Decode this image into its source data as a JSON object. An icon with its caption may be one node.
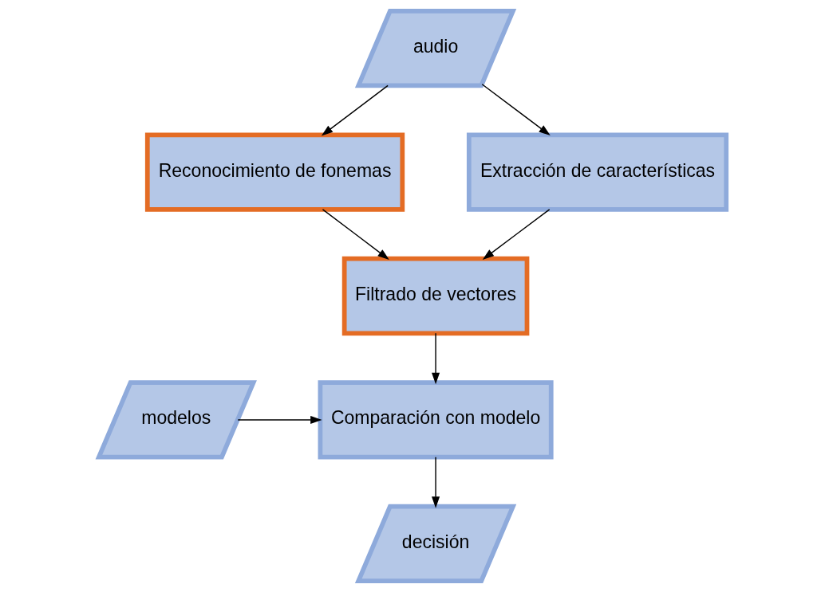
{
  "diagram": {
    "nodes": [
      {
        "text": [
          "audio"
        ]
      },
      {
        "text": [
          "Reconocimiento de fonemas"
        ]
      },
      {
        "text": [
          "Extracción de características"
        ]
      },
      {
        "text": [
          "Filtrado de vectores"
        ]
      },
      {
        "text": [
          "Comparación con modelo"
        ]
      },
      {
        "text": [
          "modelos"
        ]
      },
      {
        "text": [
          "decisión"
        ]
      }
    ],
    "edges": [
      {
        "from": 0,
        "to": 1,
        "arrow": "to"
      },
      {
        "from": 0,
        "to": 2,
        "arrow": "to"
      },
      {
        "from": 2,
        "to": 3,
        "arrow": "to"
      },
      {
        "from": 1,
        "to": 3,
        "arrow": "to"
      },
      {
        "from": 3,
        "to": 4,
        "arrow": "to"
      },
      {
        "from": 5,
        "to": 4,
        "arrow": "to"
      },
      {
        "from": 4,
        "to": 6,
        "arrow": "to"
      }
    ]
  }
}
